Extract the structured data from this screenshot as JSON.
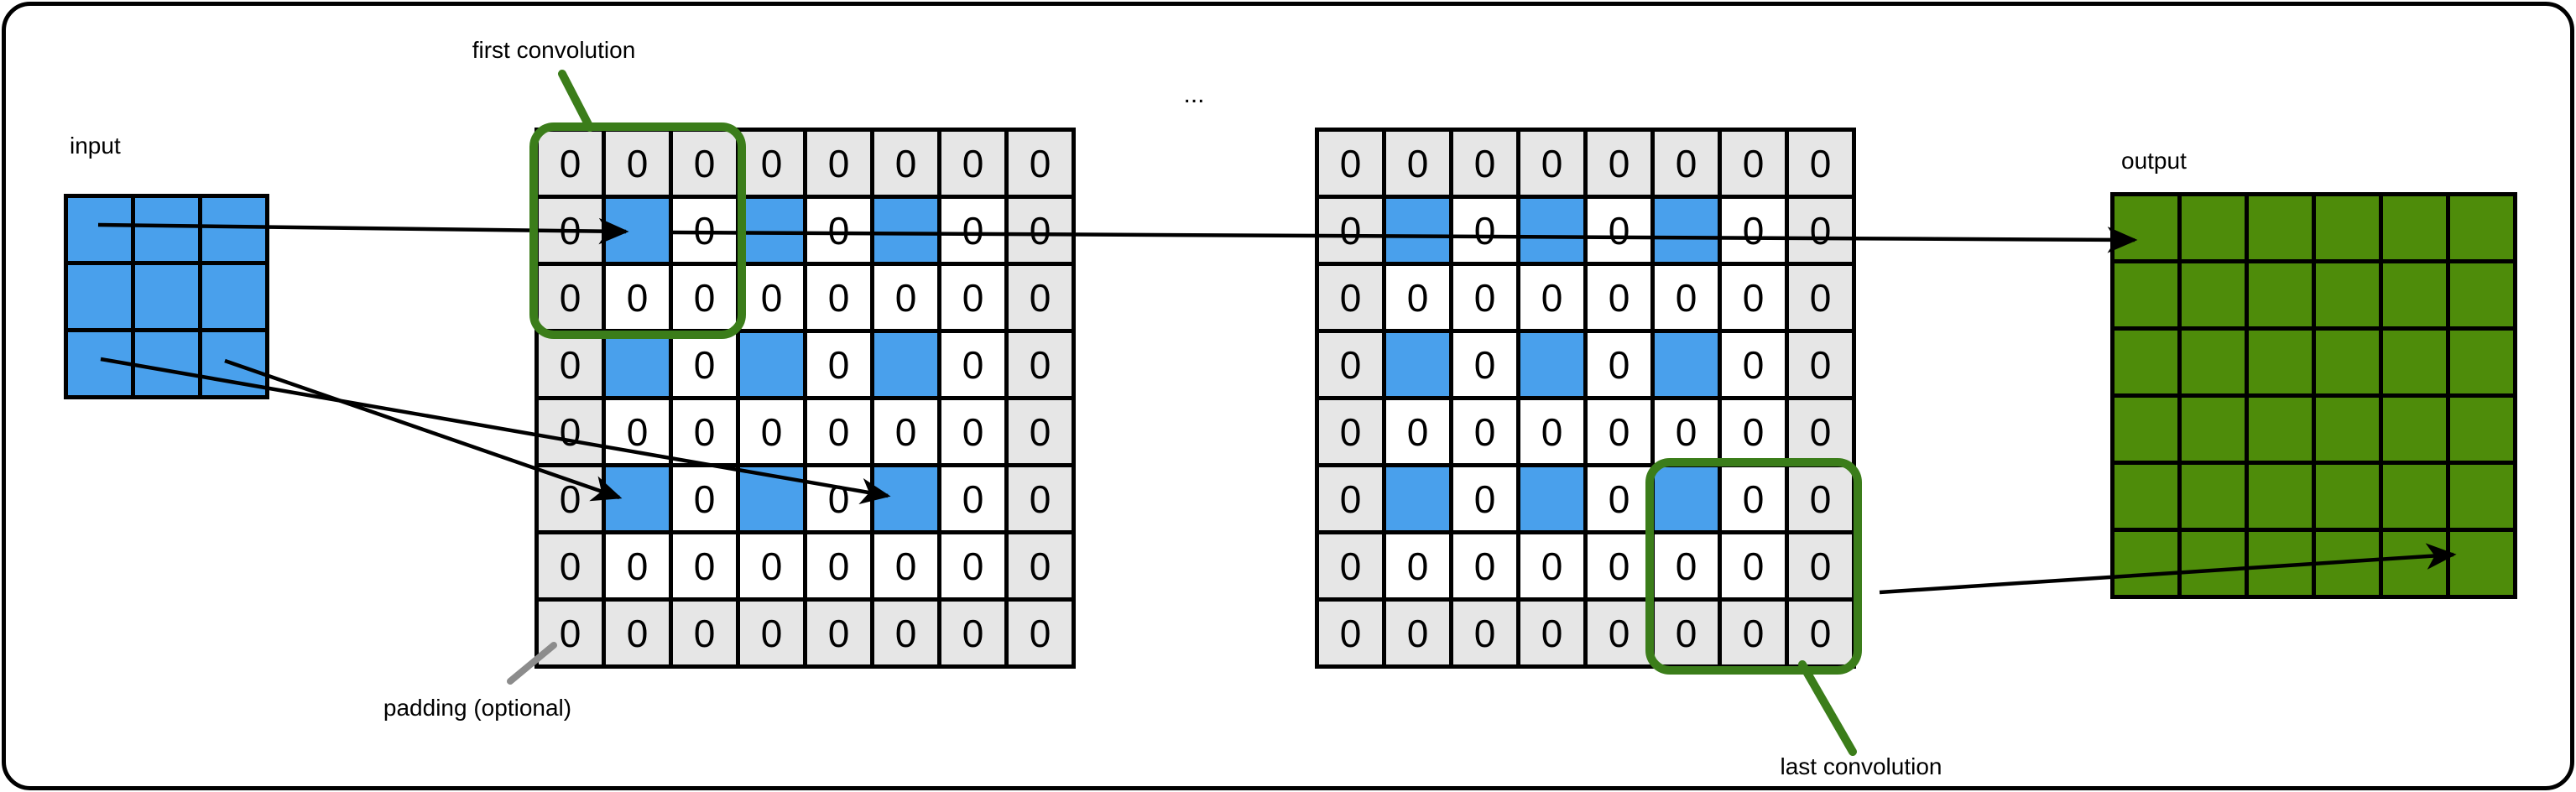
{
  "labels": {
    "first_convolution": "first convolution",
    "input": "input",
    "ellipsis": "...",
    "output": "output",
    "padding_optional": "padding (optional)",
    "last_convolution": "last convolution"
  },
  "cell_value": "0",
  "colors": {
    "input_blue": "#49a0ec",
    "padding_gray": "#e6e6e6",
    "output_green": "#4e8c0a",
    "annotation_green": "#3b7d1a",
    "leader_gray": "#8c8c8c",
    "line_black": "#000000"
  },
  "grids": {
    "input": {
      "rows": 3,
      "cols": 3,
      "legend": "B=blue input value, G=gray padding zero, W=white inserted zero, O=green output value",
      "pattern": [
        "BBB",
        "BBB",
        "BBB"
      ]
    },
    "padded1": {
      "rows": 8,
      "cols": 8,
      "pattern": [
        "GGGGGGGG",
        "GBWBWBWG",
        "GWWWWWWG",
        "GBWBWBWG",
        "GWWWWWWG",
        "GBWBWBWG",
        "GWWWWWWG",
        "GGGGGGGG"
      ]
    },
    "padded2": {
      "rows": 8,
      "cols": 8,
      "pattern": [
        "GGGGGGGG",
        "GBWBWBWG",
        "GWWWWWWG",
        "GBWBWBWG",
        "GWWWWWWG",
        "GBWBWBWG",
        "GWWWWWWG",
        "GGGGGGGG"
      ]
    },
    "output": {
      "rows": 6,
      "cols": 6,
      "pattern": [
        "OOOOOO",
        "OOOOOO",
        "OOOOOO",
        "OOOOOO",
        "OOOOOO",
        "OOOOOO"
      ]
    }
  }
}
